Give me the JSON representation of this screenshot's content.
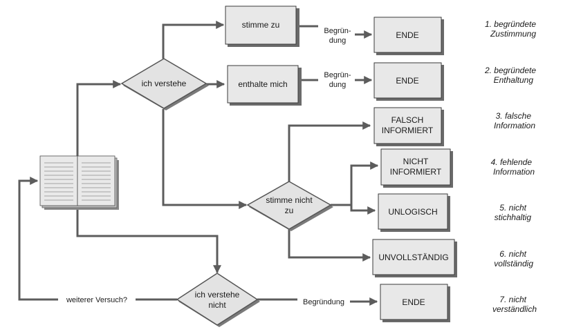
{
  "decisions": {
    "verstehe": "ich verstehe",
    "nicht_verstehe_l1": "ich verstehe",
    "nicht_verstehe_l2": "nicht",
    "stimme_nicht_l1": "stimme nicht",
    "stimme_nicht_l2": "zu"
  },
  "actions": {
    "stimme_zu": "stimme zu",
    "enthalte": "enthalte mich"
  },
  "edges": {
    "begruendung_split_1": "Begrün-",
    "begruendung_split_2": "dung",
    "begruendung": "Begründung",
    "weiterer_versuch": "weiterer Versuch?"
  },
  "outcomes": {
    "ende": "ENDE",
    "falsch_l1": "FALSCH",
    "falsch_l2": "INFORMIERT",
    "nicht_inf_l1": "NICHT",
    "nicht_inf_l2": "INFORMIERT",
    "unlogisch": "UNLOGISCH",
    "unvollstaendig": "UNVOLLSTÄNDIG"
  },
  "captions": [
    {
      "l1": "1. begründete",
      "l2": "Zustimmung"
    },
    {
      "l1": "2. begründete",
      "l2": "Enthaltung"
    },
    {
      "l1": "3. falsche",
      "l2": "Information"
    },
    {
      "l1": "4. fehlende",
      "l2": "Information"
    },
    {
      "l1": "5. nicht",
      "l2": "stichhaltig"
    },
    {
      "l1": "6. nicht",
      "l2": "vollständig"
    },
    {
      "l1": "7. nicht",
      "l2": "verständlich"
    }
  ],
  "icons": {
    "document": "open-book-icon"
  }
}
